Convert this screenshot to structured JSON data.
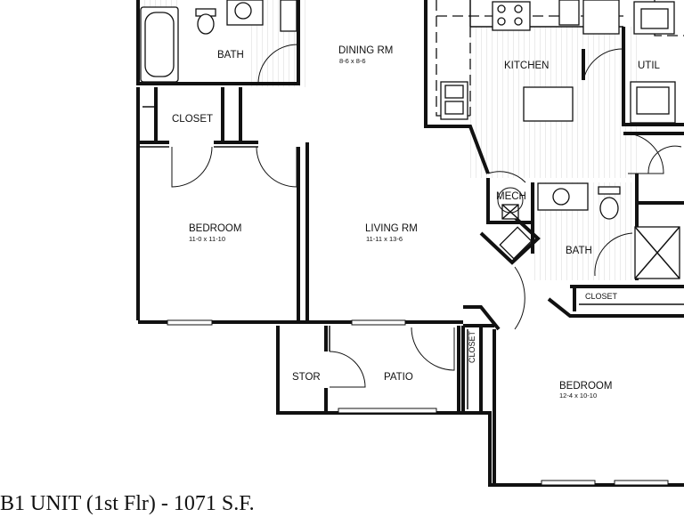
{
  "rooms": {
    "bath_main": {
      "label": "BATH"
    },
    "dining": {
      "label": "DINING RM",
      "dims": "8-6 x 8-6"
    },
    "kitchen": {
      "label": "KITCHEN"
    },
    "util": {
      "label": "UTIL"
    },
    "closet_main": {
      "label": "CLOSET"
    },
    "bedroom_left": {
      "label": "BEDROOM",
      "dims": "11-0 x 11-10"
    },
    "living": {
      "label": "LIVING RM",
      "dims": "11-11 x 13-6"
    },
    "mech": {
      "label": "MECH"
    },
    "bath_second": {
      "label": "BATH"
    },
    "closet_second": {
      "label": "CLOSET"
    },
    "closet_vertical": {
      "label": "CLOSET"
    },
    "stor": {
      "label": "STOR"
    },
    "patio": {
      "label": "PATIO"
    },
    "bedroom_right": {
      "label": "BEDROOM",
      "dims": "12-4 x 10-10"
    }
  },
  "caption": "B1 UNIT (1st Flr) - 1071 S.F."
}
